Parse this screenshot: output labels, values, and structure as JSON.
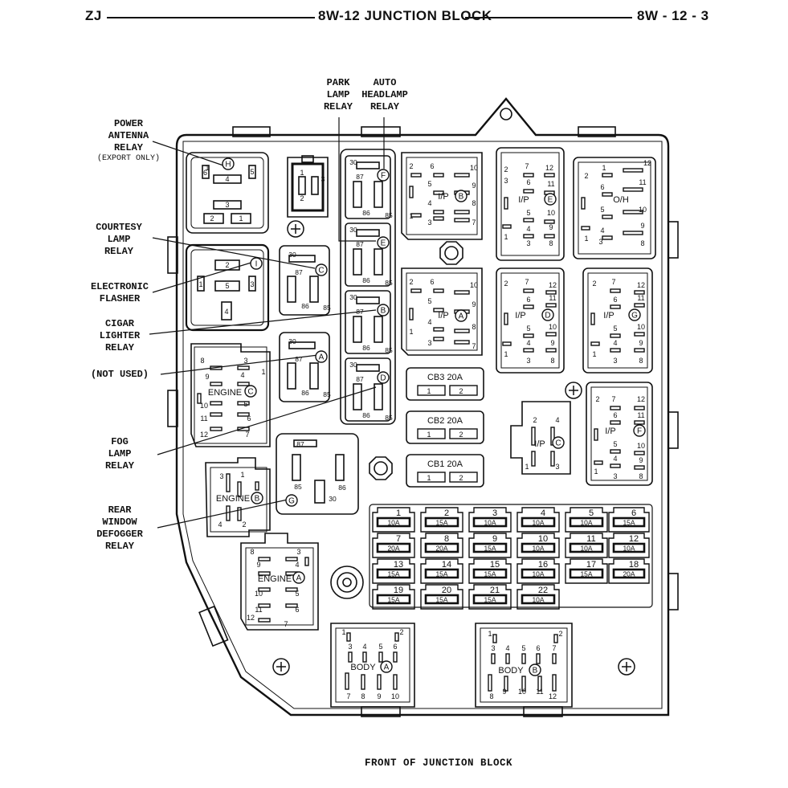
{
  "header": {
    "left": "ZJ",
    "center": "8W-12 JUNCTION BLOCK",
    "right": "8W - 12 - 3"
  },
  "caption": "FRONT OF JUNCTION BLOCK",
  "callouts": {
    "power_antenna": "POWER\nANTENNA\nRELAY",
    "export_only": "(EXPORT ONLY)",
    "courtesy": "COURTESY\nLAMP\nRELAY",
    "flasher": "ELECTRONIC\nFLASHER",
    "cigar": "CIGAR\nLIGHTER\nRELAY",
    "not_used": "(NOT USED)",
    "fog": "FOG\nLAMP\nRELAY",
    "rear": "REAR\nWINDOW\nDEFOGGER\nRELAY",
    "park": "PARK\nLAMP\nRELAY",
    "auto": "AUTO\nHEADLAMP\nRELAY"
  },
  "connectors": {
    "ip_b": "I/P",
    "ip_e": "I/P",
    "oh": "O/H",
    "ip_a": "I/P",
    "ip_d": "I/P",
    "ip_g": "I/P",
    "ip_c": "I/P",
    "ip_f": "I/P",
    "engine_c": "ENGINE",
    "engine_b": "ENGINE",
    "engine_a": "ENGINE",
    "body_a": "BODY",
    "body_b": "BODY"
  },
  "circle_letters": {
    "h": "H",
    "i": "I",
    "c": "C",
    "a": "A",
    "f": "F",
    "e": "E",
    "b": "B",
    "d": "D",
    "g": "G"
  },
  "circuit_breakers": [
    {
      "name": "CB3",
      "rating": "20A"
    },
    {
      "name": "CB2",
      "rating": "20A"
    },
    {
      "name": "CB1",
      "rating": "20A"
    }
  ],
  "fuses": [
    {
      "num": "1",
      "amp": "10A"
    },
    {
      "num": "2",
      "amp": "15A"
    },
    {
      "num": "3",
      "amp": "10A"
    },
    {
      "num": "4",
      "amp": "10A"
    },
    {
      "num": "5",
      "amp": "10A"
    },
    {
      "num": "6",
      "amp": "15A"
    },
    {
      "num": "7",
      "amp": "20A"
    },
    {
      "num": "8",
      "amp": "20A"
    },
    {
      "num": "9",
      "amp": "15A"
    },
    {
      "num": "10",
      "amp": "10A"
    },
    {
      "num": "11",
      "amp": "10A"
    },
    {
      "num": "12",
      "amp": "10A"
    },
    {
      "num": "13",
      "amp": "15A"
    },
    {
      "num": "14",
      "amp": "15A"
    },
    {
      "num": "15",
      "amp": "15A"
    },
    {
      "num": "16",
      "amp": "10A"
    },
    {
      "num": "17",
      "amp": "15A"
    },
    {
      "num": "18",
      "amp": "20A"
    },
    {
      "num": "19",
      "amp": "15A"
    },
    {
      "num": "20",
      "amp": "15A"
    },
    {
      "num": "21",
      "amp": "15A"
    },
    {
      "num": "22",
      "amp": "10A"
    }
  ],
  "pins": {
    "p1": "1",
    "p2": "2",
    "p3": "3",
    "p4": "4",
    "p5": "5",
    "p6": "6",
    "p7": "7",
    "p8": "8",
    "p9": "9",
    "p10": "10",
    "p11": "11",
    "p12": "12",
    "r30": "30",
    "r85": "85",
    "r86": "86",
    "r87": "87"
  }
}
